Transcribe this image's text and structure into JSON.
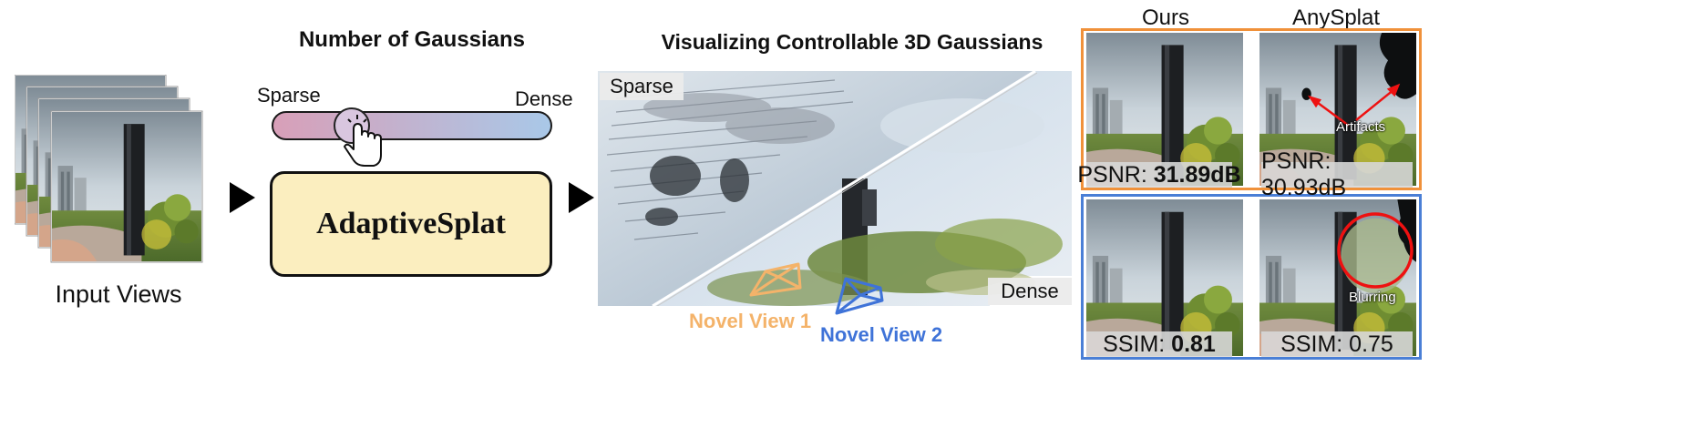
{
  "input": {
    "label": "Input Views"
  },
  "slider": {
    "heading": "Number of Gaussians",
    "left_label": "Sparse",
    "right_label": "Dense",
    "gradient_left": "#d89fb8",
    "gradient_right": "#a9c8e8",
    "knob_level": 0.28
  },
  "model": {
    "name": "AdaptiveSplat",
    "box_color": "#fbeebf"
  },
  "visualization": {
    "heading": "Visualizing Controllable 3D Gaussians",
    "sparse_tag": "Sparse",
    "dense_tag": "Dense",
    "novel_view_1": "Novel View 1",
    "novel_view_2": "Novel View 2",
    "novel_view_1_color": "#f4b36a",
    "novel_view_2_color": "#3f73d8"
  },
  "comparison": {
    "col_ours": "Ours",
    "col_other": "AnySplat",
    "top_border_color": "#f0913a",
    "bottom_border_color": "#4a7fd6",
    "psnr_ours_prefix": "PSNR: ",
    "psnr_ours_value": "31.89dB",
    "psnr_other": "PSNR: 30.93dB",
    "ssim_ours_prefix": "SSIM: ",
    "ssim_ours_value": "0.81",
    "ssim_other": "SSIM: 0.75",
    "artifacts_label": "Artifacts",
    "blurring_label": "Blurring"
  }
}
